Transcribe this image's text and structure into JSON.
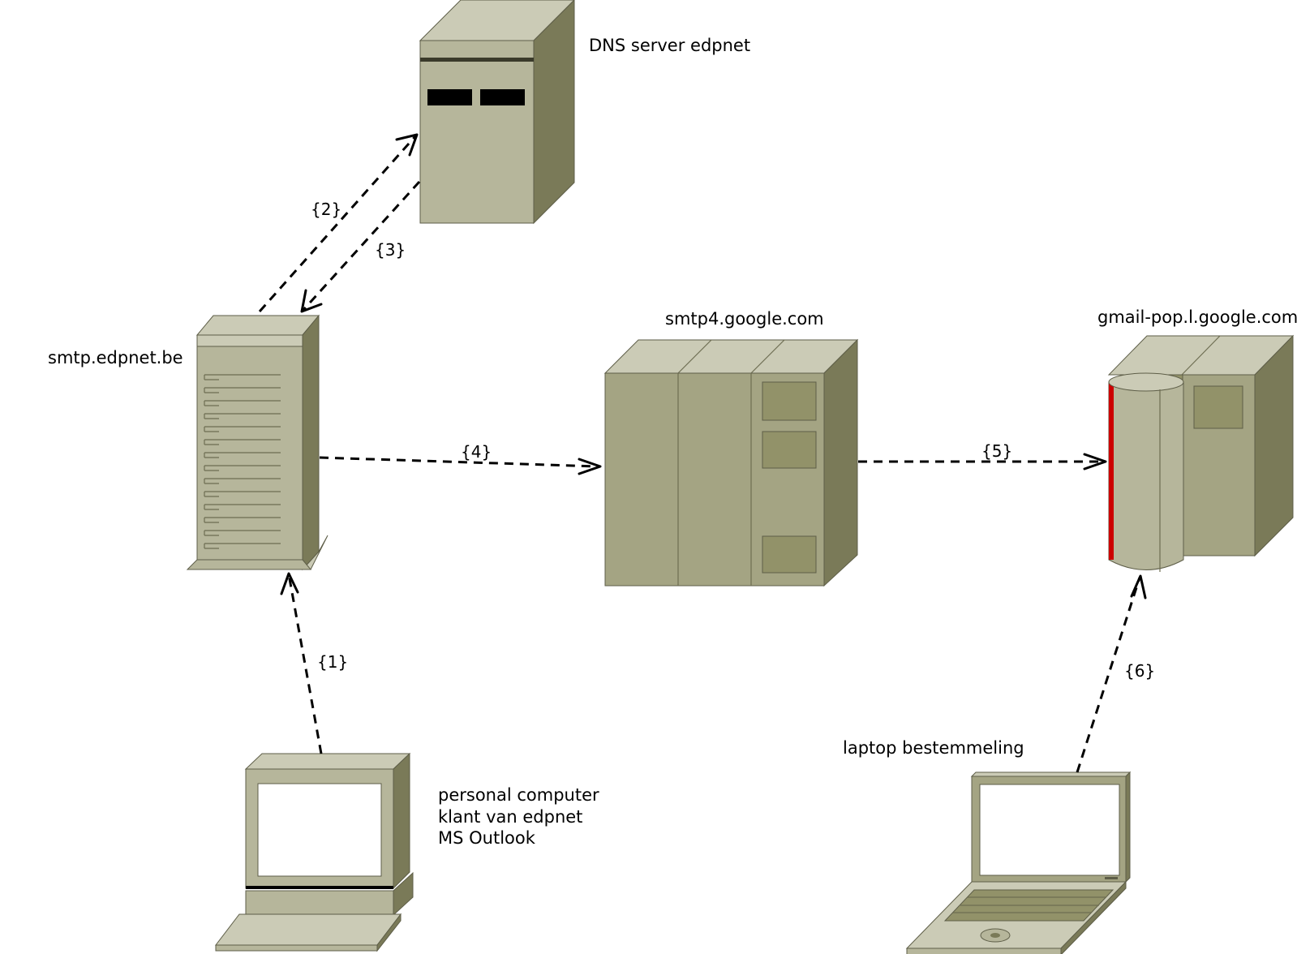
{
  "nodes": {
    "dns": {
      "label": "DNS server edpnet"
    },
    "smtp_edpnet": {
      "label": "smtp.edpnet.be"
    },
    "smtp_google": {
      "label": "smtp4.google.com"
    },
    "gmail_pop": {
      "label": "gmail-pop.l.google.com"
    },
    "pc": {
      "label_lines": [
        "personal computer",
        "klant van edpnet",
        "MS Outlook"
      ]
    },
    "laptop": {
      "label": "laptop bestemmeling"
    }
  },
  "edges": [
    {
      "label": "{1}",
      "from": "personal computer",
      "to": "smtp.edpnet.be"
    },
    {
      "label": "{2}",
      "from": "smtp.edpnet.be",
      "to": "DNS server edpnet"
    },
    {
      "label": "{3}",
      "from": "DNS server edpnet",
      "to": "smtp.edpnet.be"
    },
    {
      "label": "{4}",
      "from": "smtp.edpnet.be",
      "to": "smtp4.google.com"
    },
    {
      "label": "{5}",
      "from": "smtp4.google.com",
      "to": "gmail-pop.l.google.com"
    },
    {
      "label": "{6}",
      "from": "laptop bestemmeling",
      "to": "gmail-pop.l.google.com"
    }
  ],
  "colors": {
    "device_light": "#cbcbb6",
    "device_mid": "#b6b69b",
    "device_dark": "#7a7a58",
    "accent_red": "#cc0000",
    "arrow": "#000000"
  }
}
